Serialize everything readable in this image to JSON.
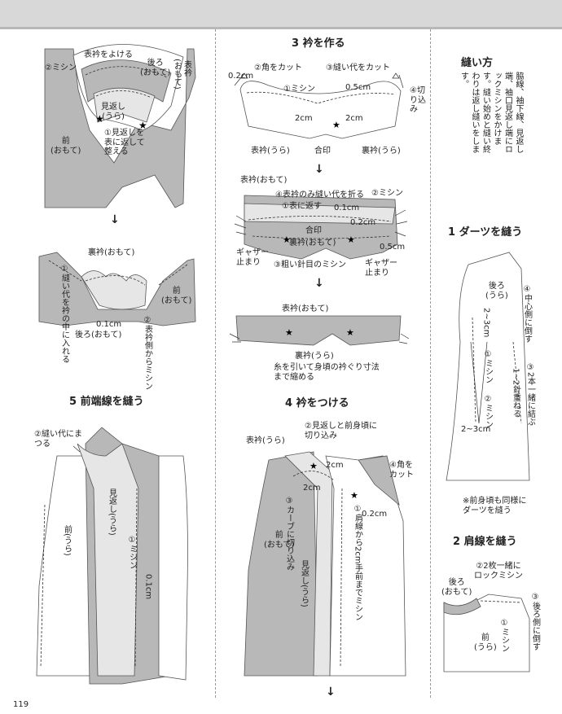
{
  "page_number": "119",
  "left": {
    "fig1": {
      "omote_eri_yokeru": "表衿をよける",
      "ushiro_omote": "後ろ\n(おもて)",
      "omote_eri": "表衿",
      "omote_eri_omote": "(おもて)",
      "mishin": "②ミシン",
      "mikaeshi_ura": "見返し\n(うら)",
      "step1": "①見返しを表に返して整える",
      "mae_omote": "前\n(おもて)"
    },
    "fig2": {
      "ura_eri_omote": "裏衿(おもて)",
      "nui_shiro": "①縫い代を衿の中に入れる",
      "mae_omote": "前\n(おもて)",
      "dim": "0.1cm",
      "ushiro_omote": "後ろ(おもて)",
      "omote_eri_gawa": "②表衿側からミシン"
    },
    "section5": {
      "title": "5 前端線を縫う",
      "matsuru": "②縫い代にまつる",
      "mikaeshi_ura": "見返し(うら)",
      "mae_ura": "前(うら)",
      "mishin": "①ミシン",
      "dim": "0.1cm"
    }
  },
  "middle": {
    "section3": {
      "title": "3 衿を作る",
      "kado_cut": "②角をカット",
      "nui_cut": "③縫い代をカット",
      "dim_02": "0.2cm",
      "mishin": "①ミシン",
      "dim_05": "0.5cm",
      "kiri_komi": "④切り込み",
      "dim_2a": "2cm",
      "dim_2b": "2cm",
      "omote_eri_ura": "表衿(うら)",
      "aijirushi": "合印",
      "ura_eri_ura": "裏衿(うら)"
    },
    "fig_b": {
      "omote_eri_omote": "表衿(おもて)",
      "step4": "④表衿のみ縫い代を折る",
      "step2": "②ミシン",
      "step1": "①表に返す",
      "dim_01": "0.1cm",
      "dim_02": "0.2cm",
      "aijirushi": "合印",
      "ura_eri_omote": "裏衿(おもて)",
      "dim_05": "0.5cm",
      "gather_l": "ギャザー\n止まり",
      "step3": "③粗い針目のミシン",
      "gather_r": "ギャザー\n止まり"
    },
    "fig_c": {
      "omote_eri_omote": "表衿(おもて)",
      "ura_eri_ura": "裏衿(うら)",
      "note": "糸を引いて身頃の衿ぐり寸法\nまで縮める"
    },
    "section4": {
      "title": "4 衿をつける",
      "step2": "②見返しと前身頃に\n切り込み",
      "omote_eri_ura": "表衿(うら)",
      "kado_cut": "④角を\nカット",
      "dim_2a": "2cm",
      "dim_2b": "2cm",
      "dim_02": "0.2cm",
      "curve": "③カーブに切り込み",
      "mae_omote": "前\n(おもて)",
      "mikaeshi_ura": "見返し(うら)",
      "step1": "①肩線から2cm手前までミシン"
    }
  },
  "right": {
    "intro": {
      "title": "縫い方",
      "text": "脇線、袖下線、見返し端、袖口見返し端にロックミシンをかけます。縫い始めと縫い終わりは返し縫いをします。"
    },
    "section1": {
      "title": "1 ダーツを縫う",
      "ushiro_ura": "後ろ\n(うら)",
      "chushin": "④中心側に倒す",
      "dim_23": "2~3cm",
      "mishin_a": "①ミシン",
      "two_musubu": "③2本一緒に結ぶ",
      "katamusubi": "1~2針重ねる",
      "mishin_b": "②ミシン",
      "dim_23b": "2~3cm",
      "note": "※前身頃も同様に\nダーツを縫う"
    },
    "section2": {
      "title": "2 肩線を縫う",
      "lock": "②2枚一緒に\nロックミシン",
      "ushiro_omote": "後ろ\n(おもて)",
      "ushiro_gawa": "③後ろ側に倒す",
      "mishin": "①ミシン",
      "mae_ura": "前\n(うら)"
    }
  }
}
